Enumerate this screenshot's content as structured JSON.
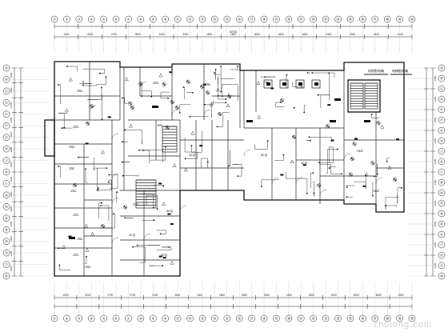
{
  "drawing": {
    "top_dimensions": [
      "1500",
      "4200",
      "2700",
      "3900",
      "2400",
      "3000",
      "1800",
      "1800",
      "3000",
      "1800",
      "1800",
      "2400",
      "3000",
      "2400",
      "4400"
    ],
    "bottom_dimensions": [
      "1500",
      "4200",
      "2700",
      "2700",
      "2400",
      "3000",
      "1800",
      "1800",
      "2600",
      "3000",
      "1800",
      "2500",
      "3000",
      "3000",
      "3600",
      "2800"
    ],
    "left_dimensions": [
      "1500",
      "3300",
      "2700",
      "2100",
      "3300",
      "3000",
      "1800",
      "2100",
      "2400",
      "3000",
      "2600",
      "1500",
      "2100",
      "1500"
    ],
    "right_dimensions": [
      "2600",
      "2200",
      "3600",
      "2400",
      "3000",
      "2400",
      "3000",
      "2600",
      "2400",
      "3300"
    ],
    "top_axes": [
      "①",
      "②",
      "③",
      "④",
      "⑤",
      "⑥",
      "⑦",
      "⑧",
      "⑨",
      "⑩",
      "⑪",
      "⑫",
      "⑬",
      "⑭",
      "⑮",
      "⑯",
      "⑰",
      "⑱",
      "⑲",
      "⑳",
      "㉑",
      "㉒",
      "㉓",
      "㉔",
      "㉕",
      "㉖",
      "㉗",
      "㉘",
      "㉙",
      "㉚"
    ],
    "left_axes": [
      "Ⓐ",
      "Ⓑ",
      "Ⓒ",
      "Ⓓ",
      "Ⓔ",
      "Ⓕ",
      "Ⓖ",
      "Ⓗ",
      "Ⓙ",
      "Ⓚ",
      "Ⓛ",
      "Ⓜ",
      "Ⓝ",
      "Ⓟ",
      "Ⓠ",
      "Ⓡ",
      "Ⓢ",
      "Ⓣ",
      "Ⓤ"
    ],
    "right_axes": [
      "Ⓐ",
      "Ⓑ",
      "Ⓒ",
      "Ⓓ",
      "Ⓔ",
      "Ⓕ",
      "Ⓖ",
      "Ⓗ",
      "Ⓙ",
      "Ⓚ",
      "Ⓛ",
      "Ⓜ",
      "Ⓝ",
      "Ⓟ",
      "Ⓠ",
      "Ⓡ",
      "Ⓢ",
      "Ⓣ",
      "Ⓤ",
      "Ⓥ",
      "Ⓦ"
    ],
    "overall_dimension": "52700",
    "room_labels": [
      "3XL",
      "3XL",
      "3XL",
      "3XL",
      "3XL",
      "3XL",
      "3XL",
      "3XL",
      "3XL",
      "4XL",
      "4XL",
      "4XL",
      "3XL",
      "2LQ",
      "1LQ",
      "2LQ",
      "1LQ",
      "2LQ",
      "1LQ",
      "ALE",
      "ALE"
    ],
    "top_right_notes": [
      "机房配电箱",
      "电梯配电箱"
    ],
    "watermark": "zhulong.com"
  }
}
